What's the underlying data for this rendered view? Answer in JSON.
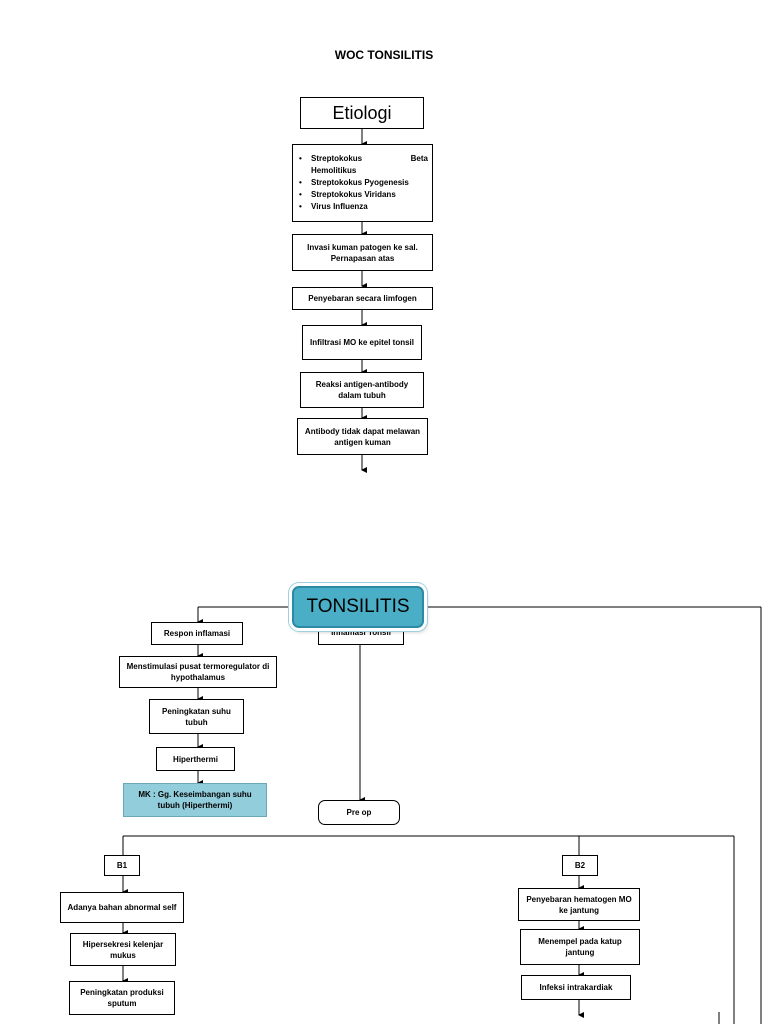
{
  "page_title": "WOC TONSILITIS",
  "etiologi": {
    "title": "Etiologi",
    "items": [
      "Streptokokus",
      "Beta",
      "Hemolitikus",
      "Streptokokus Pyogenesis",
      "Streptokokus Viridans",
      "Virus Influenza"
    ]
  },
  "flow_top": [
    "Invasi kuman patogen ke sal. Pernapasan atas",
    "Penyebaran secara limfogen",
    "Infiltrasi MO ke epitel tonsil",
    "Reaksi antigen-antibody dalam tubuh",
    "Antibody tidak dapat melawan antigen kuman"
  ],
  "tonsilitis": {
    "label": "TONSILITIS",
    "inflamasi": "Inflamasi Tonsil"
  },
  "left_branch": [
    "Respon inflamasi",
    "Menstimulasi pusat termoregulator di hypothalamus",
    "Peningkatan suhu tubuh",
    "Hiperthermi"
  ],
  "mk_box": "MK : Gg. Keseimbangan suhu tubuh (Hiperthermi)",
  "preop": "Pre op",
  "b1": {
    "label": "B1",
    "items": [
      "Adanya bahan abnormal self",
      "Hipersekresi kelenjar mukus",
      "Peningkatan produksi sputum"
    ]
  },
  "b2": {
    "label": "B2",
    "items": [
      "Penyebaran hematogen MO ke jantung",
      "Menempel pada katup jantung",
      "Infeksi intrakardiak"
    ]
  },
  "colors": {
    "tonsilitis_fill": "#4aaec6",
    "mk_fill": "#92cddc"
  }
}
